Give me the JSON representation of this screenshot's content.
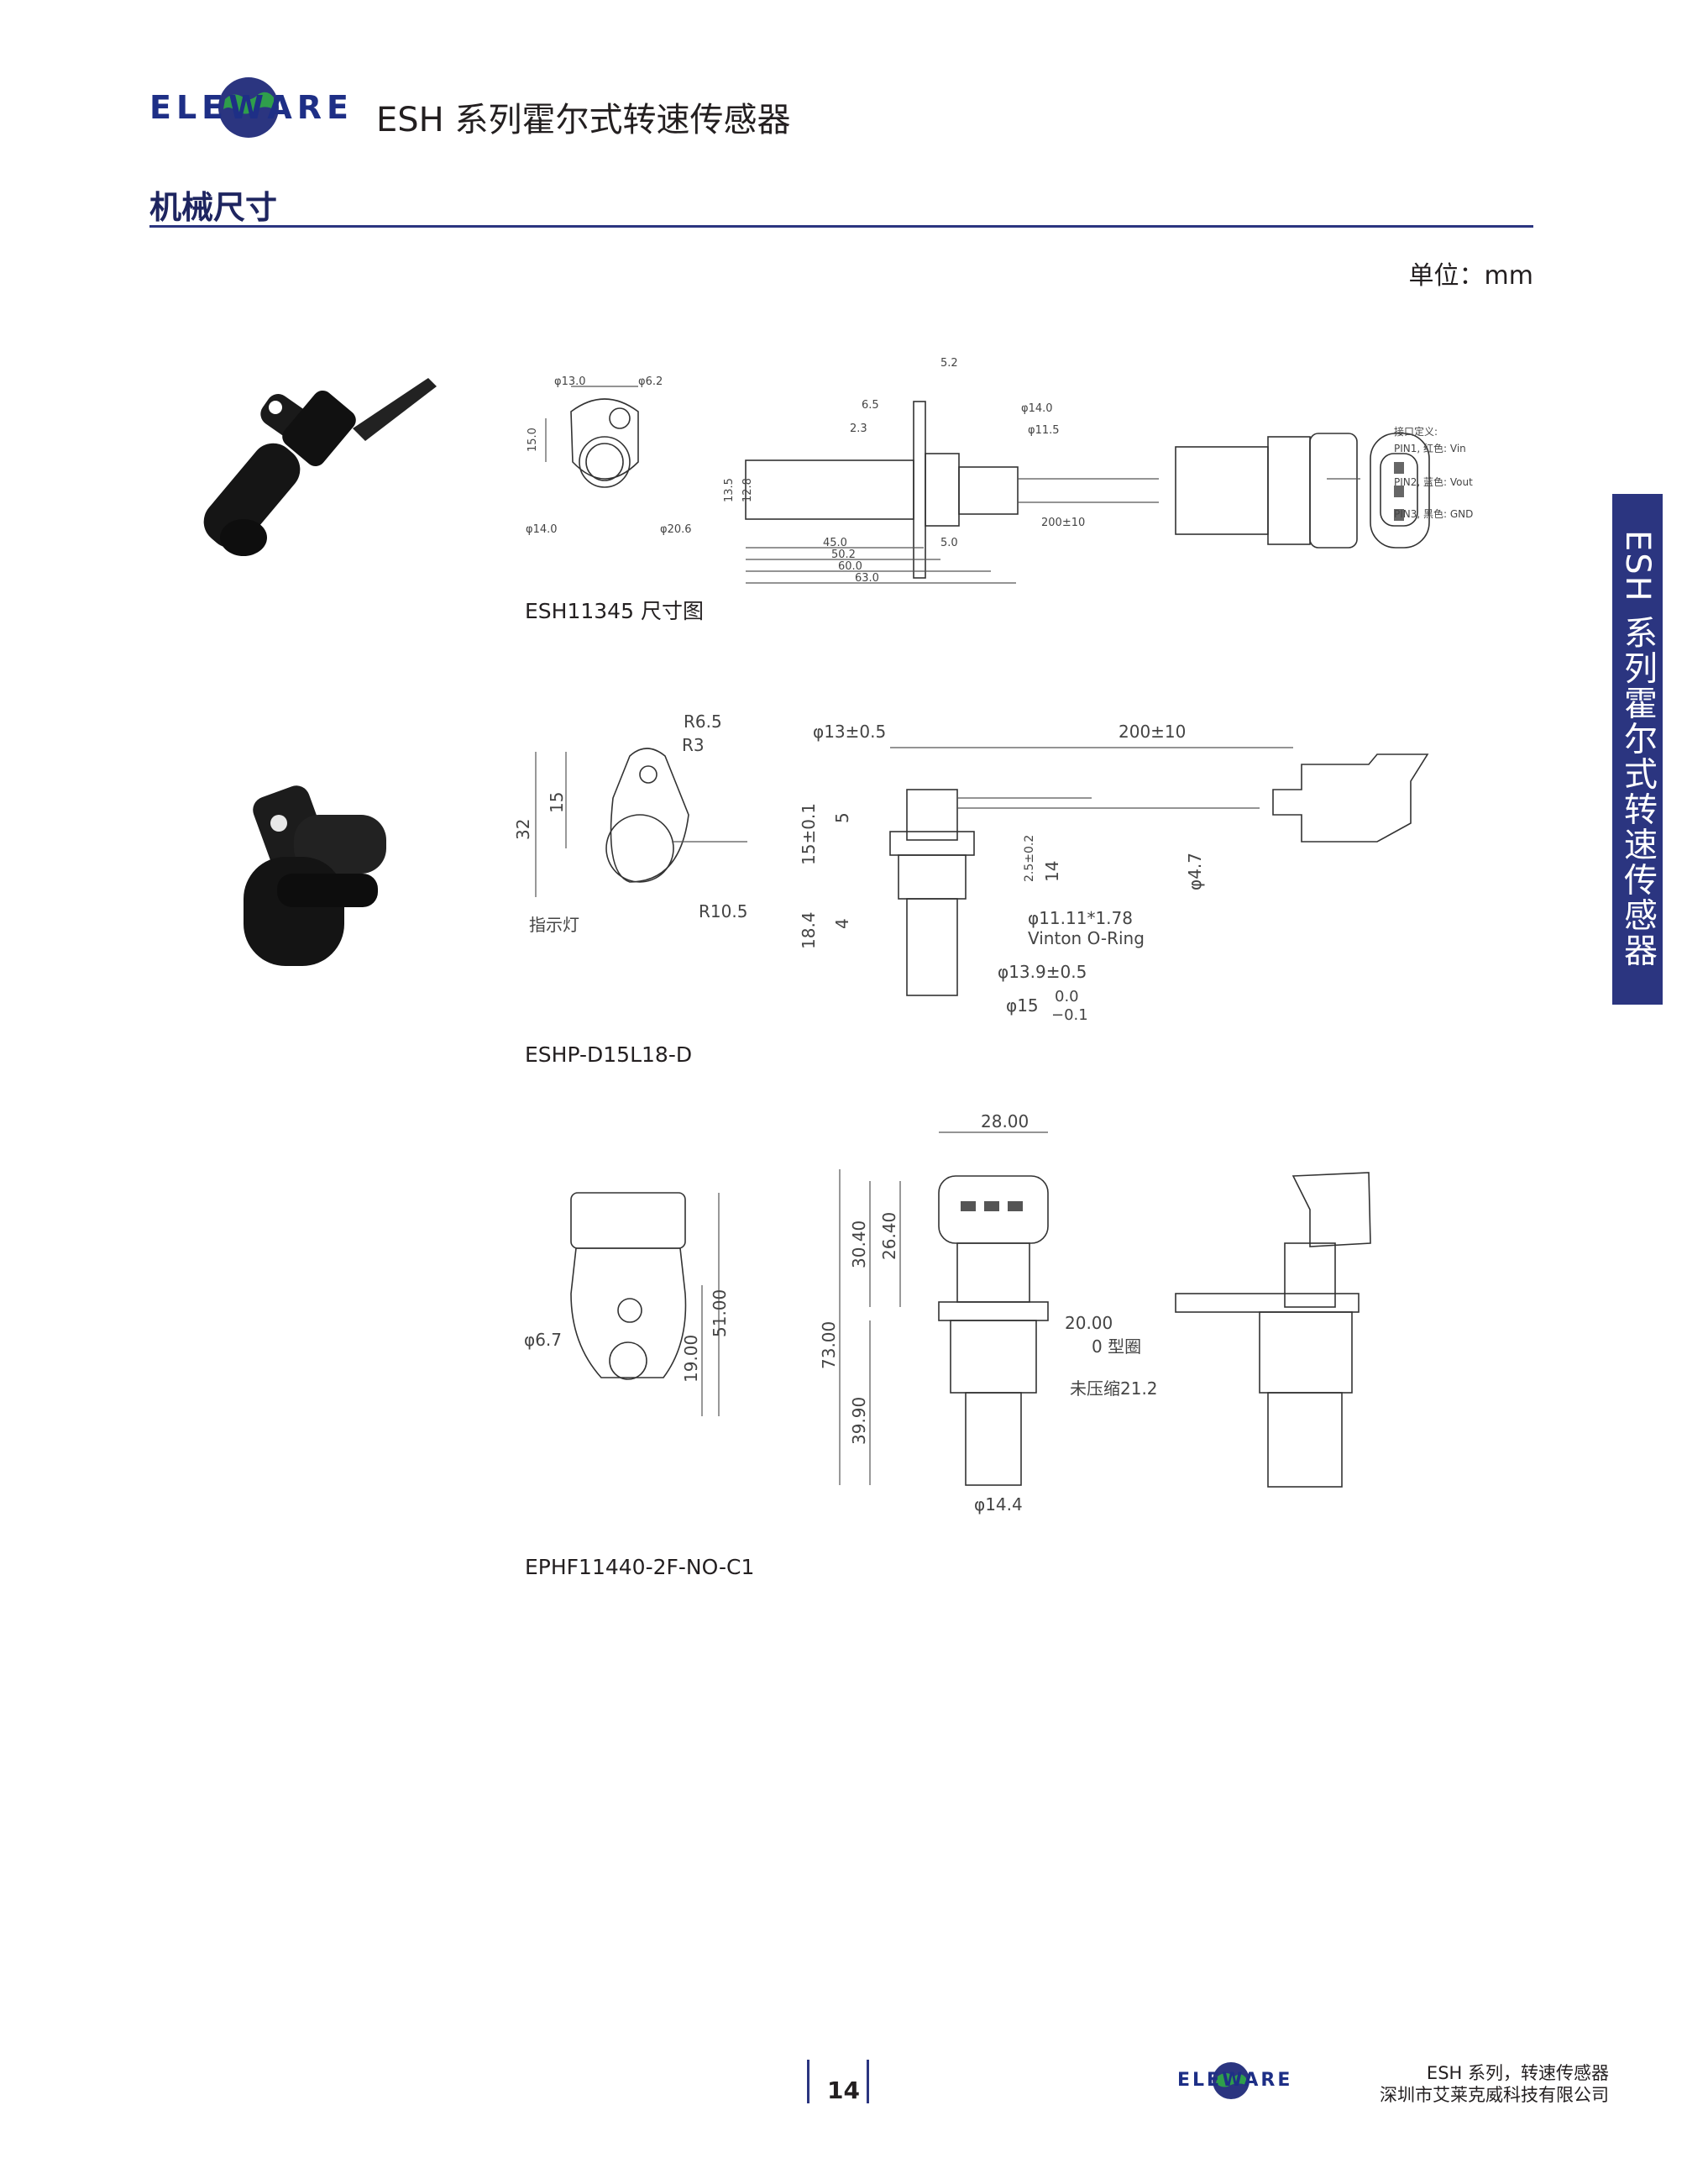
{
  "header": {
    "logo_text": "ELEWARE",
    "title": "ESH 系列霍尔式转速传感器"
  },
  "section": {
    "title": "机械尺寸",
    "unit": "单位：mm"
  },
  "side_tab": "ESH 系列霍尔式转速传感器",
  "products": [
    {
      "caption": "ESH11345 尺寸图",
      "dims": {
        "d13": "φ13.0",
        "d6_2": "φ6.2",
        "h15": "15.0",
        "d14": "φ14.0",
        "d20_6": "φ20.6",
        "h13_5": "13.5",
        "h12_8": "12.8",
        "w5_2": "5.2",
        "w6_5": "6.5",
        "w2_3": "2.3",
        "d14b": "φ14.0",
        "d11_5": "φ11.5",
        "l45": "45.0",
        "l50_2": "50.2",
        "l60": "60.0",
        "l63": "63.0",
        "w5": "5.0",
        "l200": "200±10",
        "pins": [
          "接口定义:",
          "PIN1, 红色: Vin",
          "PIN2, 蓝色: Vout",
          "PIN3, 黑色: GND"
        ]
      }
    },
    {
      "caption": "ESHP-D15L18-D",
      "dims": {
        "r6_5": "R6.5",
        "r3": "R3",
        "h32": "32",
        "h15": "15",
        "r10_5": "R10.5",
        "indicator": "指示灯",
        "d13": "φ13±0.5",
        "l200": "200±10",
        "h15b": "15±0.1",
        "h5": "5",
        "h2_5": "2.5±0.2",
        "h14": "14",
        "d4_7": "φ4.7",
        "h18_4": "18.4",
        "h4": "4",
        "oring1": "φ11.11*1.78",
        "oring2": "Vinton O-Ring",
        "d13_9": "φ13.9±0.5",
        "d15": "φ15",
        "tol_up": "0.0",
        "tol_dn": "−0.1"
      }
    },
    {
      "caption": "EPHF11440-2F-NO-C1",
      "dims": {
        "d6_7": "φ6.7",
        "h19": "19.00",
        "h51": "51.00",
        "w28": "28.00",
        "h73": "73.00",
        "h30_4": "30.40",
        "h26_4": "26.40",
        "w20": "20.00",
        "oring": "0 型圈",
        "uncompressed": "未压缩21.2",
        "h39_9": "39.90",
        "d14_4": "φ14.4"
      }
    }
  ],
  "footer": {
    "page": "14",
    "logo_text": "ELEWARE",
    "series": "ESH 系列，转速传感器",
    "company": "深圳市艾莱克威科技有限公司"
  }
}
